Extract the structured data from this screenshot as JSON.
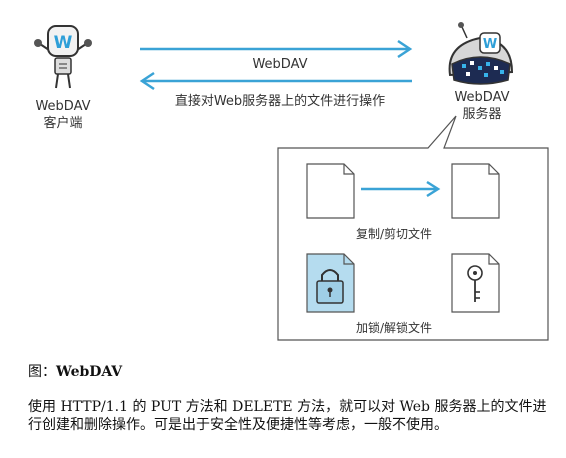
{
  "client": {
    "line1": "WebDAV",
    "line2": "客户端"
  },
  "server": {
    "line1": "WebDAV",
    "line2": "服务器"
  },
  "arrow_top_label": "WebDAV",
  "arrow_bottom_label": "直接对Web服务器上的文件进行操作",
  "panel": {
    "copy_label": "复制/剪切文件",
    "lock_label": "加锁/解锁文件"
  },
  "caption": {
    "prefix": "图：",
    "title": "WebDAV"
  },
  "paragraph": "使用 HTTP/1.1 的 PUT 方法和 DELETE 方法，就可以对 Web 服务器上的文件进行创建和删除操作。可是出于安全性及便捷性等考虑，一般不使用。",
  "colors": {
    "accent": "#3aa3d6",
    "lock_fill": "#b5dcef",
    "line": "#555555"
  },
  "icons": [
    "client-robot-icon",
    "server-robot-icon",
    "file-icon",
    "lock-icon",
    "key-icon"
  ]
}
